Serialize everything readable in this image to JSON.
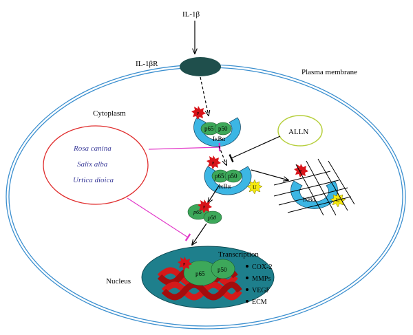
{
  "labels": {
    "ligand": "IL-1β",
    "receptor": "IL-1βR",
    "plasma_membrane": "Plasma membrane",
    "cytoplasm": "Cytoplasm",
    "nucleus": "Nucleus",
    "alln": "ALLN",
    "transcription": "Transcription",
    "p65": "p65",
    "p50": "p50",
    "ikba": "IκBα",
    "phospho": "P",
    "ubiquitin": "U"
  },
  "herbs": [
    "Rosa canina",
    "Salix alba",
    "Urtica dioica"
  ],
  "target_genes": [
    "COX-2",
    "MMPs",
    "VEGF",
    "ECM"
  ],
  "colors": {
    "membrane": "#3b8fcf",
    "receptor": "#1f4f4c",
    "ikba": "#3cb6e4",
    "nfkb": "#3da85a",
    "nucleus": "#1e7f8c",
    "phospho": "#d8141a",
    "ubiquitin": "#f4e90f",
    "inhibit": "#e236c8",
    "herb_circle": "#e02d2d",
    "alln_circle": "#b6cf3c",
    "dna": "#d41a1a"
  }
}
